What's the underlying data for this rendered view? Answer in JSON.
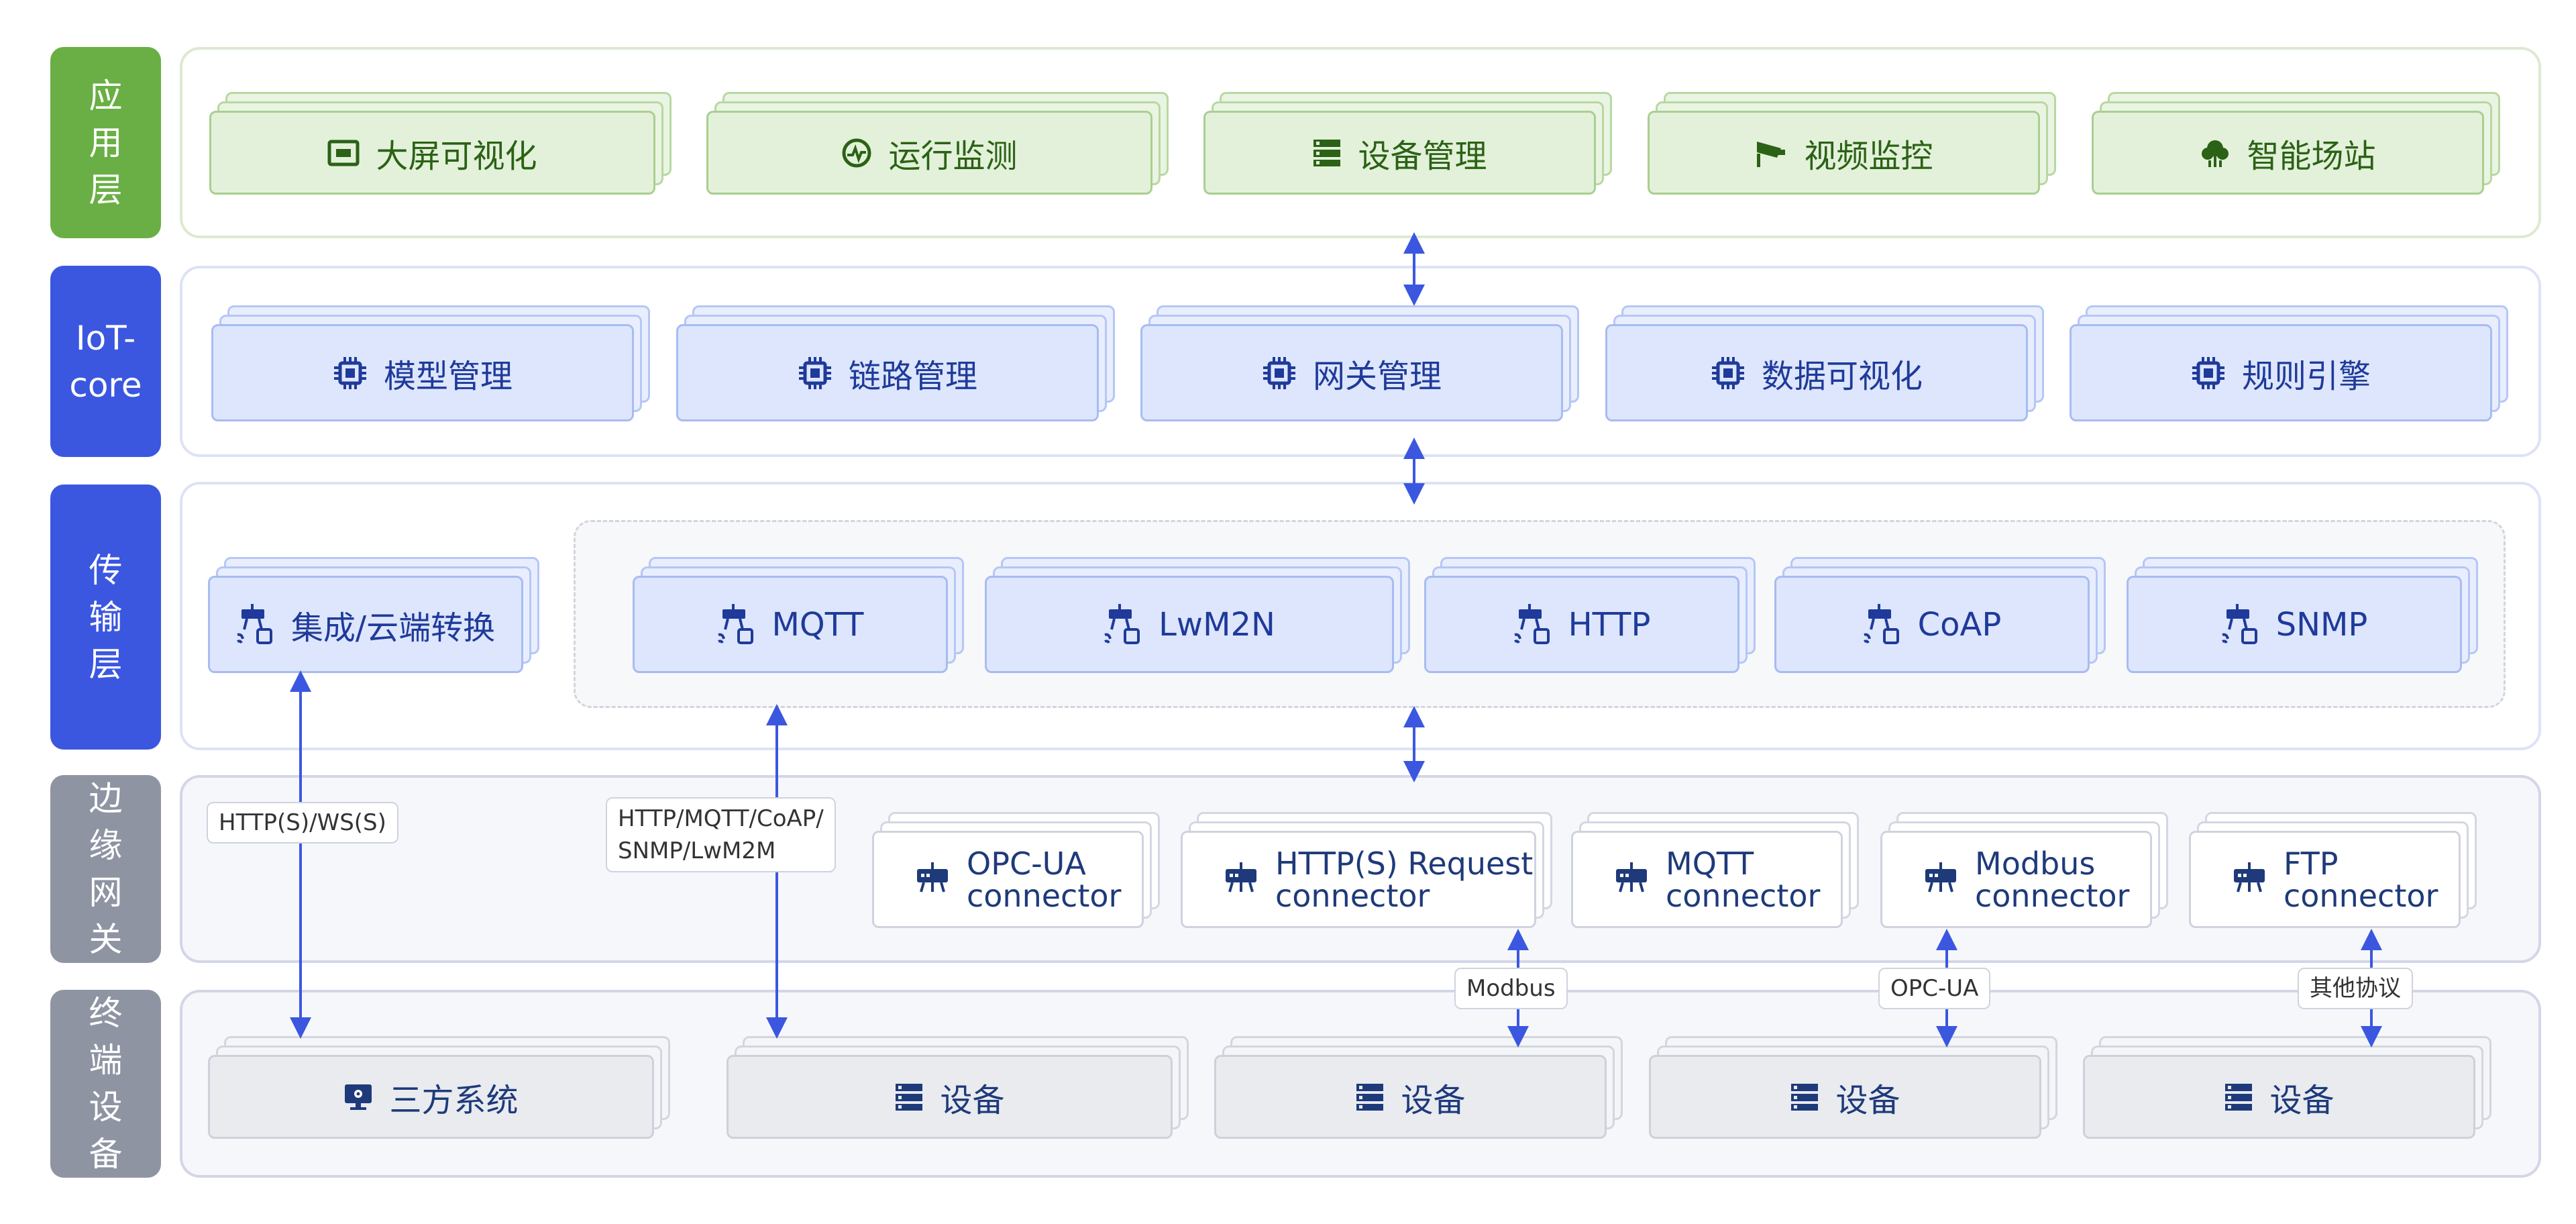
{
  "layers": {
    "app": "应\n用\n层",
    "iot": "IoT-\ncore",
    "transport": "传\n输\n层",
    "edge": "边\n缘\n网\n关",
    "terminal": "终\n端\n设\n备"
  },
  "app_items": [
    "大屏可视化",
    "运行监测",
    "设备管理",
    "视频监控",
    "智能场站"
  ],
  "iot_items": [
    "模型管理",
    "链路管理",
    "网关管理",
    "数据可视化",
    "规则引擎"
  ],
  "transport_items": [
    "集成/云端转换",
    "MQTT",
    "LwM2N",
    "HTTP",
    "CoAP",
    "SNMP"
  ],
  "edge_items": [
    {
      "line1": "OPC-UA",
      "line2": "connector"
    },
    {
      "line1": "HTTP(S) Request",
      "line2": "connector"
    },
    {
      "line1": "MQTT",
      "line2": "connector"
    },
    {
      "line1": "Modbus",
      "line2": "connector"
    },
    {
      "line1": "FTP",
      "line2": "connector"
    }
  ],
  "terminal_items": [
    "三方系统",
    "设备",
    "设备",
    "设备",
    "设备"
  ],
  "protocol_labels": {
    "http_ws": "HTTP(S)/WS(S)",
    "multi": "HTTP/MQTT/CoAP/\nSNMP/LwM2M",
    "modbus": "Modbus",
    "opcua": "OPC-UA",
    "other": "其他协议"
  },
  "colors": {
    "green_accent": "#6aaf45",
    "blue_accent": "#3b57e0",
    "gray_accent": "#8e94a2",
    "arrow": "#3b57e0"
  }
}
